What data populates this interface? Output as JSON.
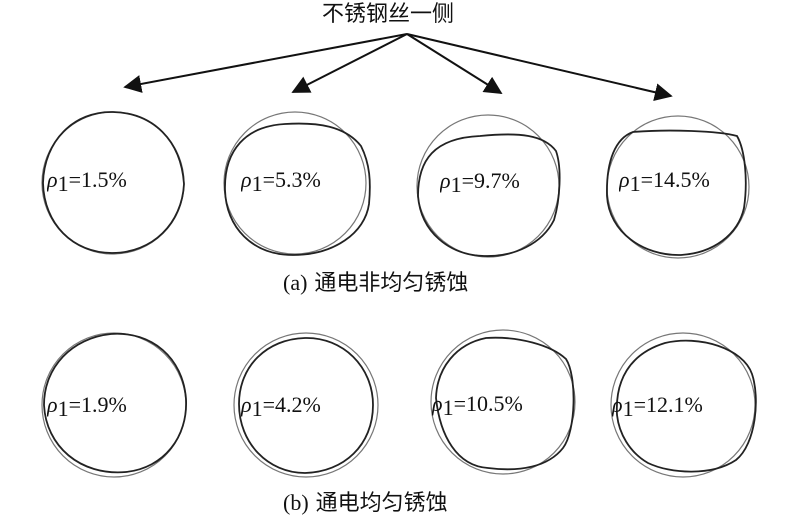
{
  "top_label": "不锈钢丝一侧",
  "groups": [
    {
      "caption_letter": "(a)",
      "caption_text": "通电非均匀锈蚀",
      "panels": [
        {
          "symbol": "ρ",
          "subscript": "1",
          "value": "=1.5%"
        },
        {
          "symbol": "ρ",
          "subscript": "1",
          "value": "=5.3%"
        },
        {
          "symbol": "ρ",
          "subscript": "1",
          "value": "=9.7%"
        },
        {
          "symbol": "ρ",
          "subscript": "1",
          "value": "=14.5%"
        }
      ]
    },
    {
      "caption_letter": "(b)",
      "caption_text": "通电均匀锈蚀",
      "panels": [
        {
          "symbol": "ρ",
          "subscript": "1",
          "value": "=1.9%"
        },
        {
          "symbol": "ρ",
          "subscript": "1",
          "value": "=4.2%"
        },
        {
          "symbol": "ρ",
          "subscript": "1",
          "value": "=10.5%"
        },
        {
          "symbol": "ρ",
          "subscript": "1",
          "value": "=12.1%"
        }
      ]
    }
  ]
}
